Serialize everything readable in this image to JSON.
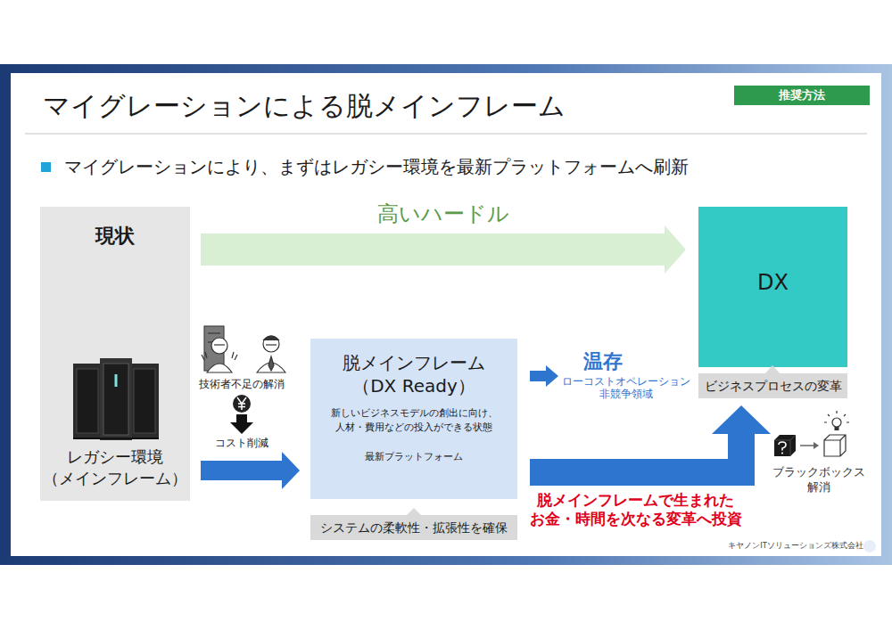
{
  "diagram": {
    "title": "マイグレーションによる脱メインフレーム",
    "nodes": [
      {
        "text": [
          "推奨方法"
        ]
      },
      {
        "text": [
          "現状",
          "レガシー環境 （メインフレーム）"
        ]
      },
      {
        "text": [
          "脱メインフレーム （DX Ready）",
          "新しいビジネスモデルの創出に向け、 人材・費用などの投入ができる状態",
          "最新プラットフォーム"
        ]
      },
      {
        "text": [
          "システムの柔軟性・拡張性を確保"
        ]
      },
      {
        "text": [
          "DX"
        ]
      },
      {
        "text": [
          "ビジネスプロセスの変革"
        ]
      }
    ],
    "edges": [
      {
        "from": 1,
        "to": 4,
        "label": "高いハードル",
        "arrow": "to"
      },
      {
        "from": 1,
        "to": 2,
        "arrow": "to"
      },
      {
        "from": 2,
        "to": 5,
        "label": "脱メインフレームで生まれた お金・時間を次なる変革へ投資",
        "arrow": "to"
      }
    ],
    "labels": [
      "マイグレーションにより、まずはレガシー環境を最新プラットフォームへ刷新",
      "技術者不足の解消",
      "コスト削減",
      "温存",
      "ローコストオペレーション 非競争領域",
      "ブラックボックス 解消",
      "キヤノンITソリューションズ株式会社"
    ]
  }
}
